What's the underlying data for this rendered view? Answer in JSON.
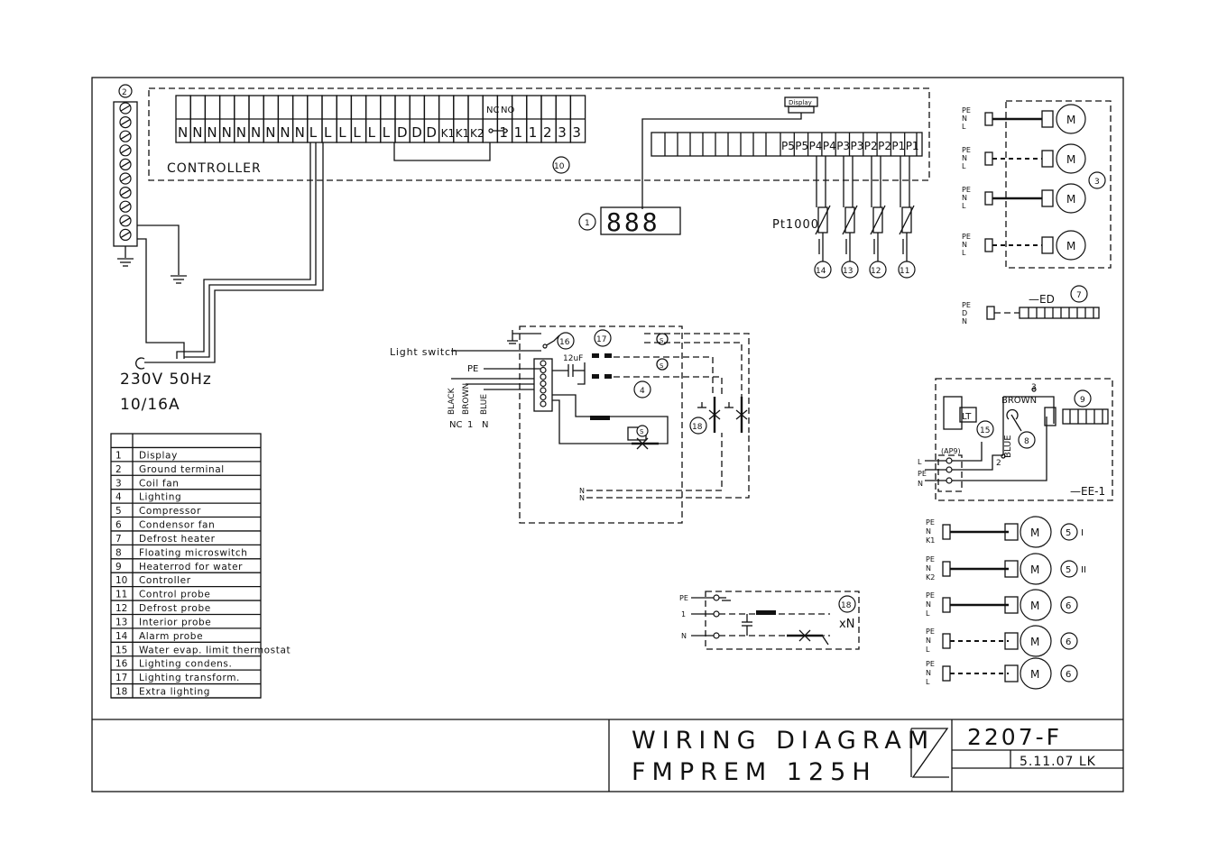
{
  "drawing": {
    "title_line1": "WIRING DIAGRAM",
    "title_line2": "FMPREM 125H",
    "drawing_number": "2207-F",
    "revision": "5.11.07 LK"
  },
  "controller": {
    "label": "CONTROLLER",
    "ref": "10",
    "terminals": [
      "N",
      "N",
      "N",
      "N",
      "N",
      "N",
      "N",
      "N",
      "N",
      "L",
      "L",
      "L",
      "L",
      "L",
      "L",
      "D",
      "D",
      "D",
      "K1",
      "K1",
      "K2",
      "",
      "1",
      "1",
      "1",
      "2",
      "3",
      "3"
    ],
    "relay_labels": [
      "NC",
      "NO"
    ],
    "probe_terminals": [
      "P5",
      "P5",
      "P4",
      "P4",
      "P3",
      "P3",
      "P2",
      "P2",
      "P1",
      "P1"
    ],
    "display_label": "Display"
  },
  "supply": {
    "voltage": "230V 50Hz",
    "current": "10/16A",
    "ground_ref": "2"
  },
  "display_unit": {
    "ref": "1",
    "digits": "888"
  },
  "probes": {
    "type_label": "Pt1000",
    "refs": [
      "14",
      "13",
      "12",
      "11"
    ]
  },
  "fans": {
    "ref": "3",
    "rows": [
      [
        "PE",
        "N",
        "L"
      ],
      [
        "PE",
        "N",
        "L"
      ],
      [
        "PE",
        "N",
        "L"
      ],
      [
        "PE",
        "N",
        "L"
      ]
    ],
    "motor": "M"
  },
  "defrost_heater": {
    "ref": "7",
    "label": "ED",
    "wires": [
      "PE",
      "D",
      "N"
    ]
  },
  "lighting": {
    "switch_label": "Light switch",
    "pe_label": "PE",
    "wire_colors": [
      "BLACK",
      "BROWN",
      "BLUE"
    ],
    "wire_terms": [
      "NC",
      "1",
      "N"
    ],
    "capacitor": "12uF",
    "refs": [
      "16",
      "17",
      "4",
      "18"
    ],
    "s_symbol": "S",
    "n_labels": [
      "N",
      "N"
    ]
  },
  "water_heater": {
    "ref": "9",
    "thermostat": "LT",
    "thermostat_ref": "15",
    "switch_ref": "8",
    "brown": "BROWN",
    "blue": "BLUE",
    "pin3": "3",
    "pin2": "2",
    "connector": "(AP9)",
    "wires": [
      "L",
      "PE",
      "N"
    ],
    "label": "EE-1"
  },
  "motors_bottom": [
    {
      "wires": [
        "PE",
        "N",
        "K1"
      ],
      "ref": "5",
      "suffix": "I"
    },
    {
      "wires": [
        "PE",
        "N",
        "K2"
      ],
      "ref": "5",
      "suffix": "II"
    },
    {
      "wires": [
        "PE",
        "N",
        "L"
      ],
      "ref": "6",
      "suffix": ""
    },
    {
      "wires": [
        "PE",
        "N",
        "L"
      ],
      "ref": "6",
      "suffix": ""
    },
    {
      "wires": [
        "PE",
        "N",
        "L"
      ],
      "ref": "6",
      "suffix": ""
    }
  ],
  "extra_lighting": {
    "wires": [
      "PE",
      "1",
      "N"
    ],
    "ref": "18",
    "note": "xN"
  },
  "legend": [
    [
      "1",
      "Display"
    ],
    [
      "2",
      "Ground terminal"
    ],
    [
      "3",
      "Coil fan"
    ],
    [
      "4",
      "Lighting"
    ],
    [
      "5",
      "Compressor"
    ],
    [
      "6",
      "Condensor fan"
    ],
    [
      "7",
      "Defrost heater"
    ],
    [
      "8",
      "Floating microswitch"
    ],
    [
      "9",
      "Heaterrod for water"
    ],
    [
      "10",
      "Controller"
    ],
    [
      "11",
      "Control probe"
    ],
    [
      "12",
      "Defrost probe"
    ],
    [
      "13",
      "Interior probe"
    ],
    [
      "14",
      "Alarm probe"
    ],
    [
      "15",
      "Water evap. limit thermostat"
    ],
    [
      "16",
      "Lighting condens."
    ],
    [
      "17",
      "Lighting transform."
    ],
    [
      "18",
      "Extra lighting"
    ]
  ],
  "colors": {
    "ink": "#111111",
    "paper": "#ffffff"
  }
}
